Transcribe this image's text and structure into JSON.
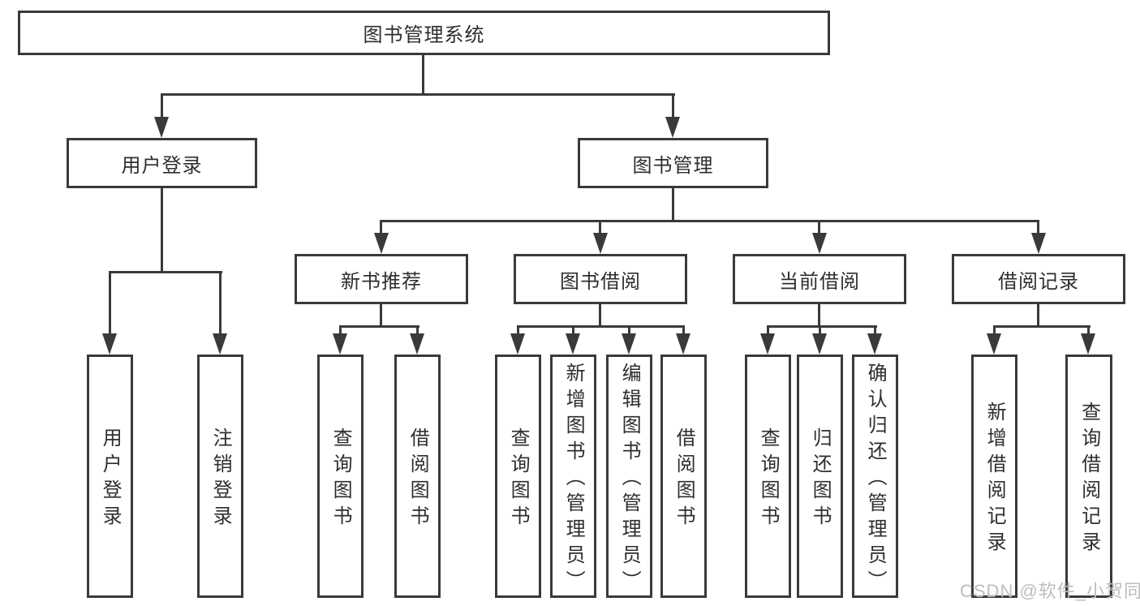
{
  "diagram": {
    "type": "hierarchy-tree",
    "colors": {
      "line": "#3a3a3a",
      "text": "#2e2e2e",
      "watermark": "#bdbdbd",
      "background": "#ffffff"
    },
    "root": {
      "label": "图书管理系统"
    },
    "level2": [
      {
        "label": "用户登录"
      },
      {
        "label": "图书管理"
      }
    ],
    "level3": [
      {
        "label": "新书推荐"
      },
      {
        "label": "图书借阅"
      },
      {
        "label": "当前借阅"
      },
      {
        "label": "借阅记录"
      }
    ],
    "leaves": {
      "user_login": [
        "用户登录",
        "注销登录"
      ],
      "new_book": [
        "查询图书",
        "借阅图书"
      ],
      "book_borrow": [
        "查询图书",
        "新增图书（管理员）",
        "编辑图书（管理员）",
        "借阅图书"
      ],
      "current_borrow": [
        "查询图书",
        "归还图书",
        "确认归还（管理员）"
      ],
      "borrow_record": [
        "新增借阅记录",
        "查询借阅记录"
      ]
    },
    "watermark": "CSDN @软件_小贺同学"
  }
}
